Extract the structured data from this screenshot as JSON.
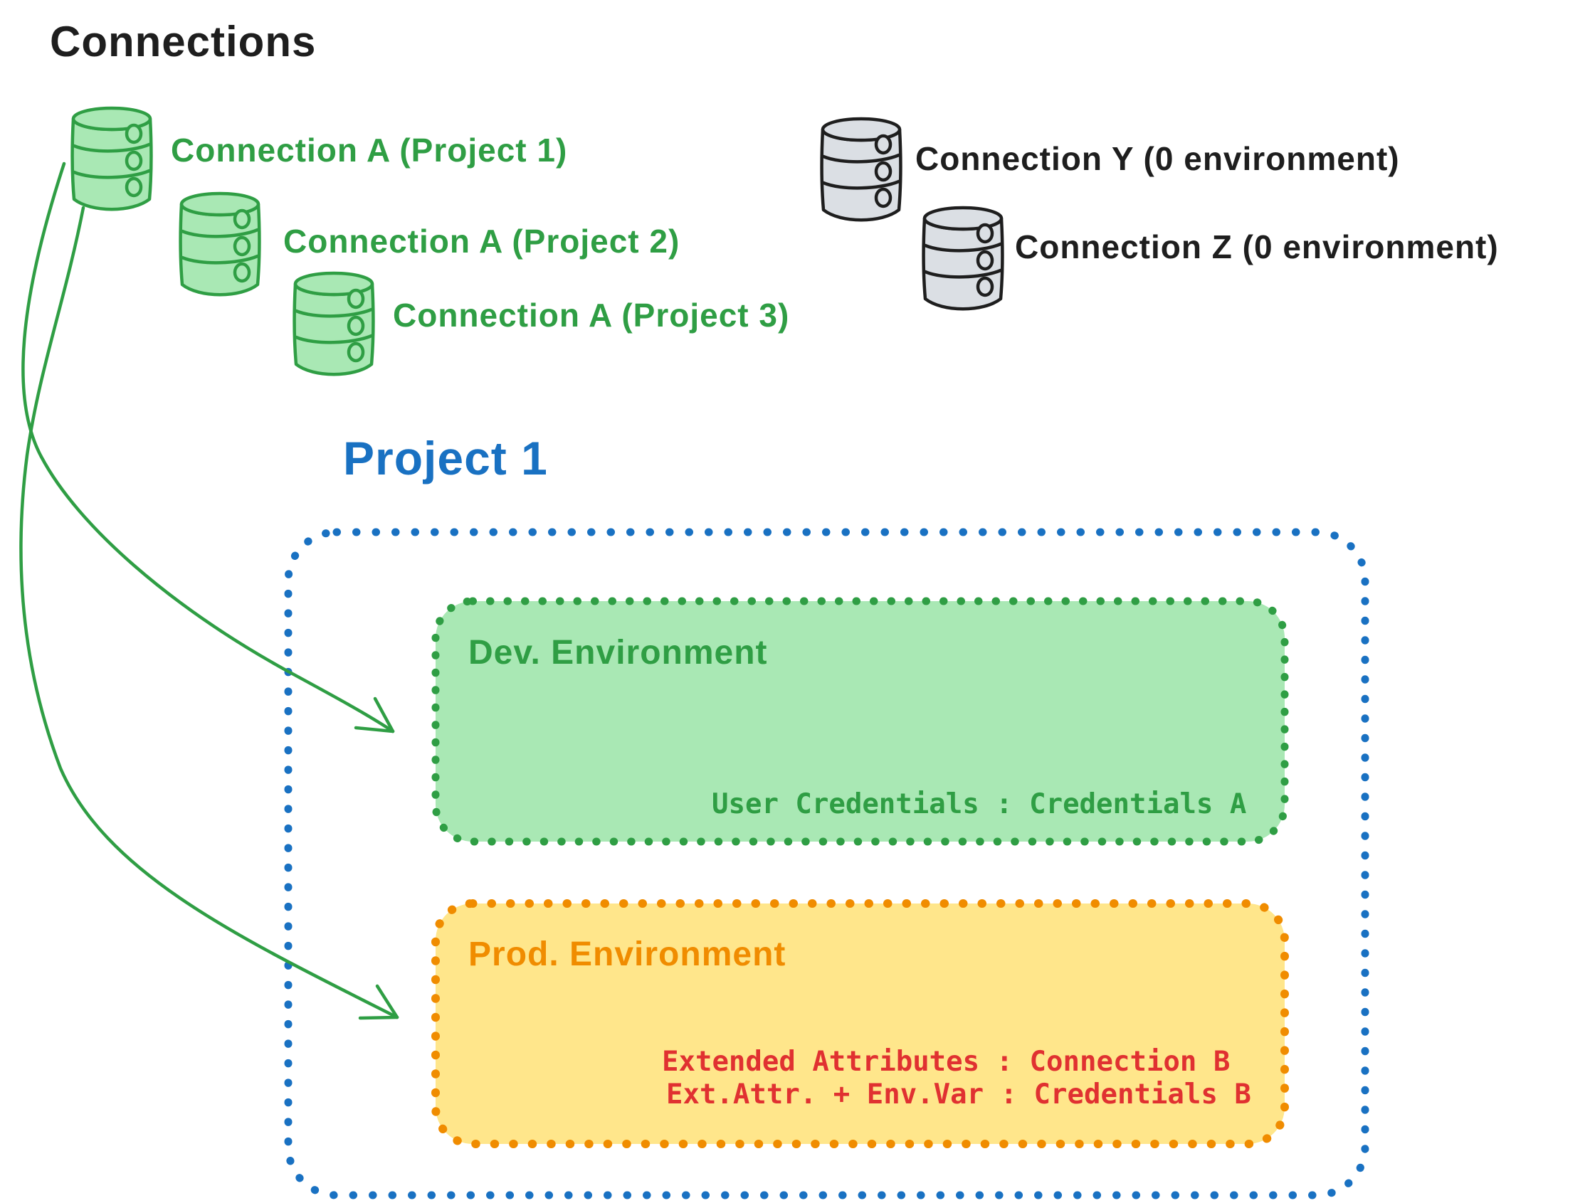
{
  "title": "Connections",
  "palette": {
    "ink": "#1e1e1e",
    "green_stroke": "#2f9e44",
    "green_fill": "#a9e8b4",
    "gray_fill": "#dbdfe4",
    "blue": "#1971c2",
    "orange": "#f08c00",
    "yellow_fill": "#ffe68b",
    "red": "#e03131"
  },
  "connection_list": {
    "project_connections": [
      {
        "label": "Connection A (Project 1)",
        "icon": "database-cylinder",
        "color": "green"
      },
      {
        "label": "Connection A (Project 2)",
        "icon": "database-cylinder",
        "color": "green"
      },
      {
        "label": "Connection A (Project 3)",
        "icon": "database-cylinder",
        "color": "green"
      }
    ],
    "unassigned_connections": [
      {
        "label": "Connection Y (0 environment)",
        "icon": "database-cylinder",
        "color": "gray"
      },
      {
        "label": "Connection Z (0 environment)",
        "icon": "database-cylinder",
        "color": "gray"
      }
    ]
  },
  "project": {
    "title": "Project 1",
    "environments": [
      {
        "name": "Dev. Environment",
        "mappings": [
          "User Credentials : Credentials A"
        ]
      },
      {
        "name": "Prod. Environment",
        "mappings": [
          "Extended Attributes : Connection B",
          "Ext.Attr. + Env.Var : Credentials B"
        ]
      }
    ]
  }
}
